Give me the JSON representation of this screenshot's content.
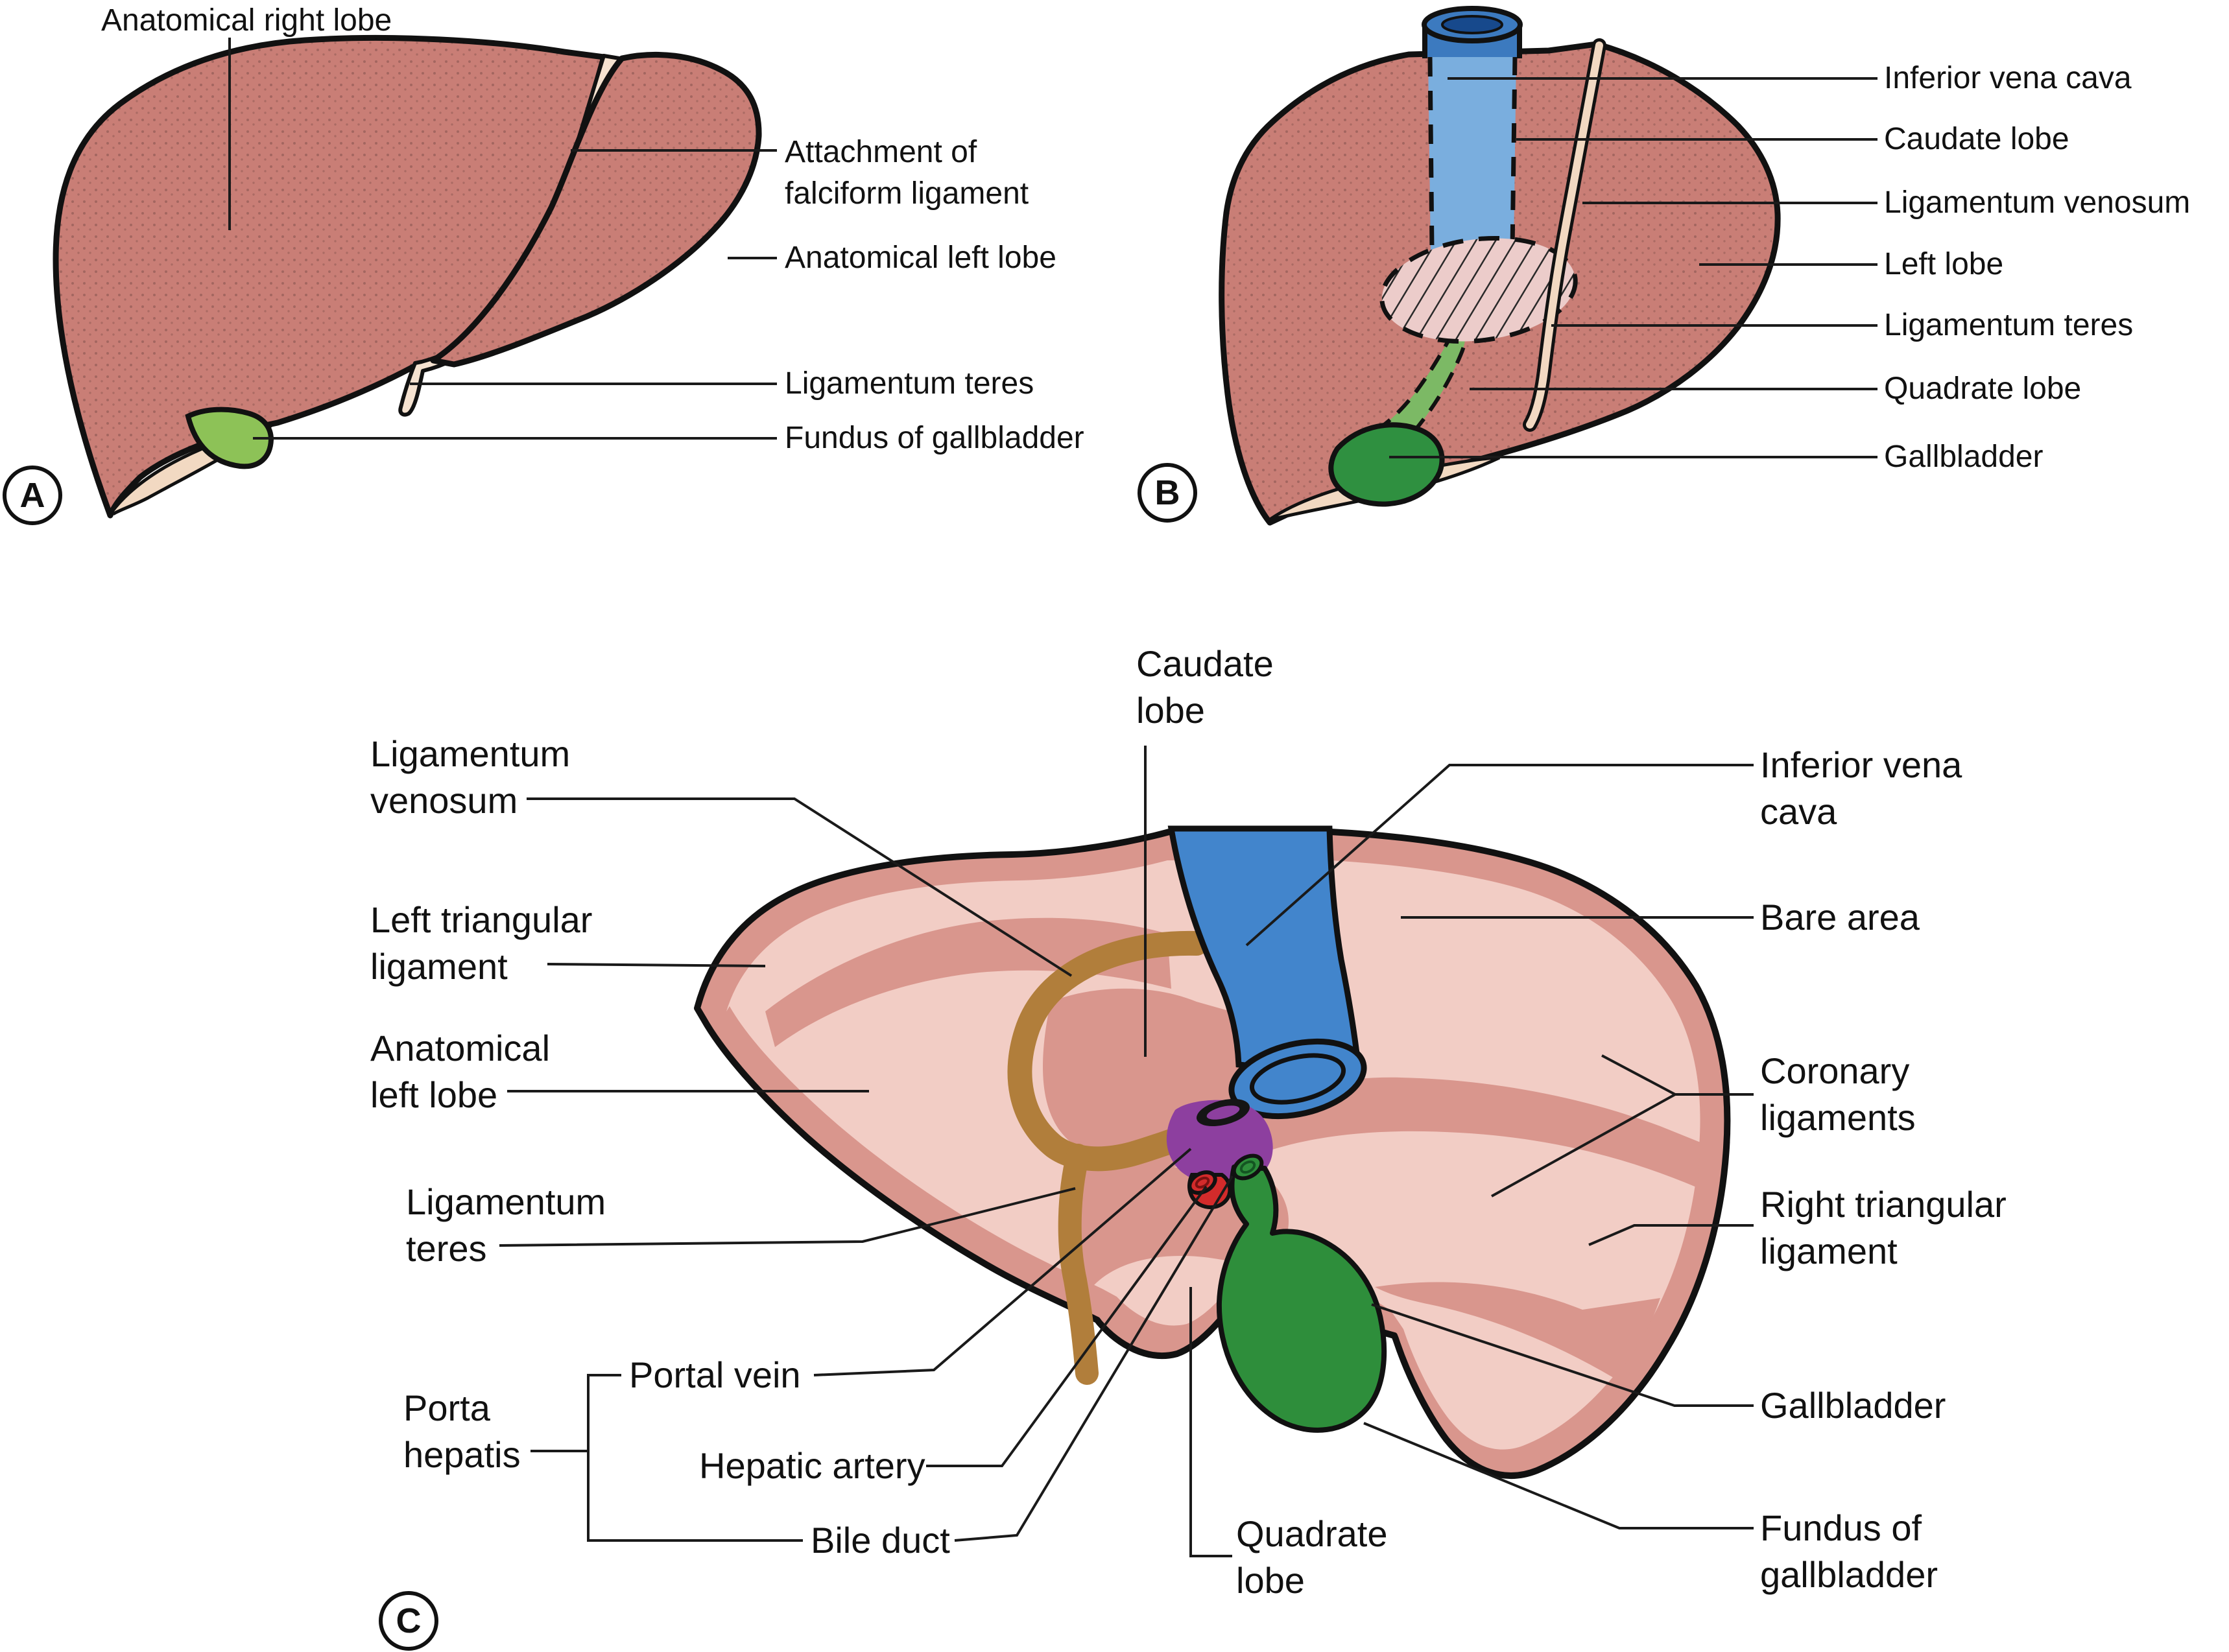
{
  "figure": {
    "panel_a": {
      "letter": "A",
      "title": "Anatomical right lobe",
      "labels": [
        {
          "text": "Attachment of\nfalciform ligament"
        },
        {
          "text": "Anatomical left lobe"
        },
        {
          "text": "Ligamentum teres"
        },
        {
          "text": "Fundus of gallbladder"
        }
      ]
    },
    "panel_b": {
      "letter": "B",
      "labels": [
        {
          "text": "Inferior vena cava"
        },
        {
          "text": "Caudate lobe"
        },
        {
          "text": "Ligamentum venosum"
        },
        {
          "text": "Left lobe"
        },
        {
          "text": "Ligamentum teres"
        },
        {
          "text": "Quadrate lobe"
        },
        {
          "text": "Gallbladder"
        }
      ]
    },
    "panel_c": {
      "letter": "C",
      "top_label": {
        "text": "Caudate\nlobe"
      },
      "bottom_label": {
        "text": "Quadrate\nlobe"
      },
      "left_labels": [
        {
          "text": "Ligamentum\nvenosum"
        },
        {
          "text": "Left triangular\nligament"
        },
        {
          "text": "Anatomical\nleft lobe"
        },
        {
          "text": "Ligamentum\nteres"
        },
        {
          "text": "Porta\nhepatis"
        },
        {
          "text": "Portal vein"
        },
        {
          "text": "Hepatic artery"
        },
        {
          "text": "Bile duct"
        }
      ],
      "right_labels": [
        {
          "text": "Inferior vena\ncava"
        },
        {
          "text": "Bare area"
        },
        {
          "text": "Coronary\nligaments"
        },
        {
          "text": "Right triangular\nligament"
        },
        {
          "text": "Gallbladder"
        },
        {
          "text": "Fundus of\ngallbladder"
        }
      ]
    },
    "colors": {
      "liver_salmon": "#c97e76",
      "underside_cream": "#f2d9c2",
      "falciform_cream": "#f5e2d0",
      "gallbladder_light_green": "#8dc257",
      "gallbladder_mid_green": "#7cb965",
      "gallbladder_dark_green": "#2f9040",
      "ivc_blue_dark": "#3c7abf",
      "ivc_blue_light": "#7aaede",
      "ivc_blue_c": "#4285cc",
      "bare_area_pink": "#ecccca",
      "liver_rose": "#d9968d",
      "liver_light_pink": "#f2cdc5",
      "ligament_brown": "#b17e3b",
      "portal_purple": "#8d3f9f",
      "hepatic_artery_red": "#d32b2b",
      "bile_duct_green": "#2e8e3b",
      "leader_line": "#1a1a1a",
      "text": "#111111"
    }
  }
}
